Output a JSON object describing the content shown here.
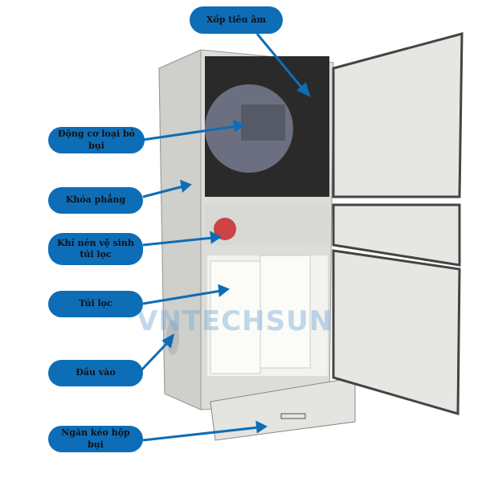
{
  "labels": {
    "foam": "Xốp tiêu âm",
    "motor": "Động cơ loại bỏ bụi",
    "lock": "Khóa phẳng",
    "air": "Khí nén vệ sinh túi lọc",
    "filter": "Túi lọc",
    "inlet": "Đầu vào",
    "drawer": "Ngăn kéo hộp bụi"
  },
  "watermark": "VNTECHSUN",
  "colors": {
    "accent": "#0d6db7",
    "arrow": "#0d6db7",
    "body": "#e4e4e1"
  }
}
